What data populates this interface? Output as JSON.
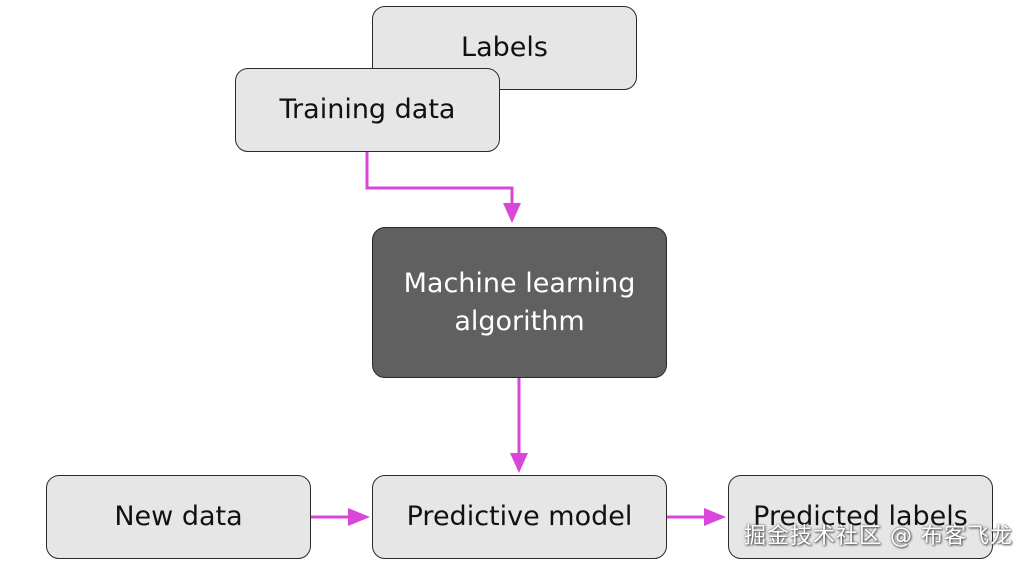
{
  "nodes": {
    "labels": "Labels",
    "training_data": "Training data",
    "ml_algorithm_line1": "Machine learning",
    "ml_algorithm_line2": "algorithm",
    "new_data": "New data",
    "predictive_model": "Predictive model",
    "predicted_labels": "Predicted labels"
  },
  "watermark": "掘金技术社区 @ 布客飞龙",
  "colors": {
    "box_fill": "#e6e6e6",
    "dark_box_fill": "#606060",
    "arrow": "#d946d9"
  }
}
